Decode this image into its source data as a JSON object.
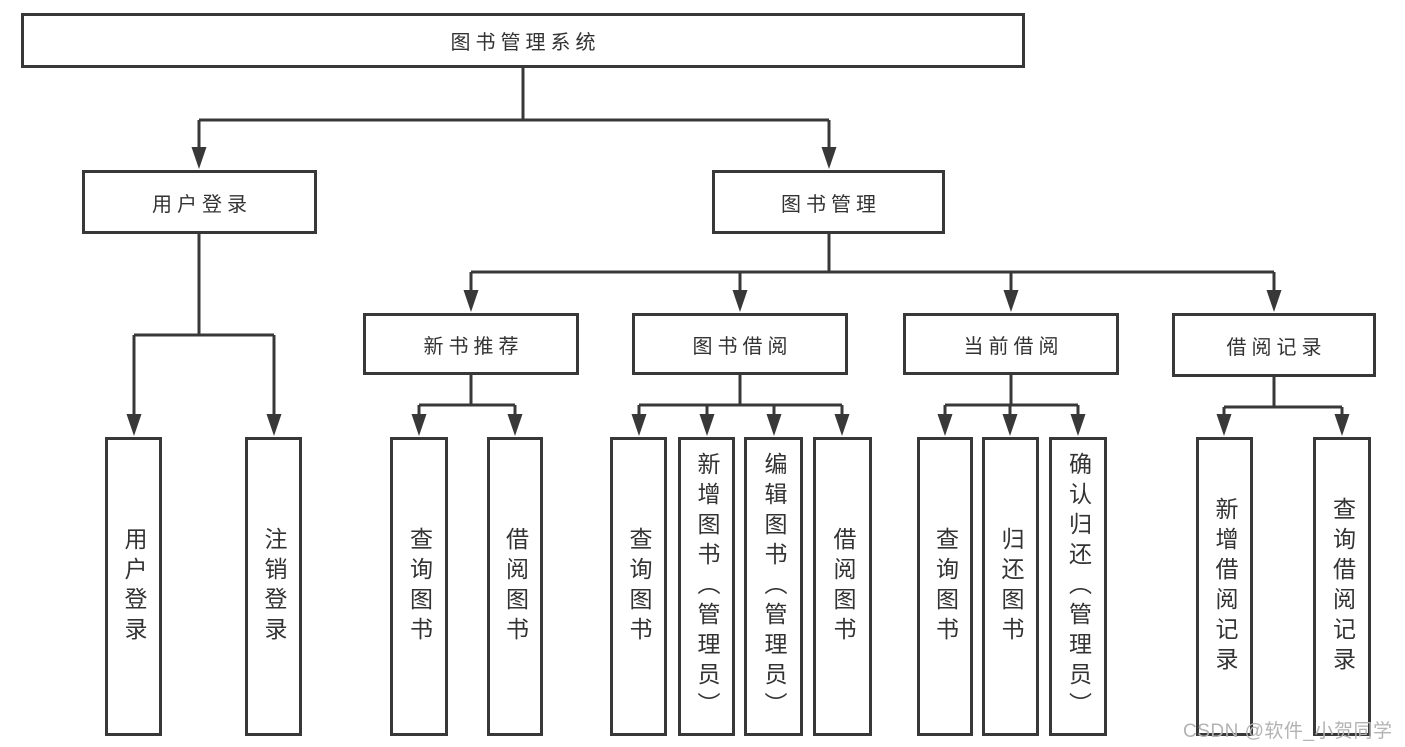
{
  "tree": {
    "label": "图书管理系统",
    "children": [
      {
        "label": "用户登录",
        "children": [
          {
            "label": "用户登录"
          },
          {
            "label": "注销登录"
          }
        ]
      },
      {
        "label": "图书管理",
        "children": [
          {
            "label": "新书推荐",
            "children": [
              {
                "label": "查询图书"
              },
              {
                "label": "借阅图书"
              }
            ]
          },
          {
            "label": "图书借阅",
            "children": [
              {
                "label": "查询图书"
              },
              {
                "label": "新增图书（管理员）"
              },
              {
                "label": "编辑图书（管理员）"
              },
              {
                "label": "借阅图书"
              }
            ]
          },
          {
            "label": "当前借阅",
            "children": [
              {
                "label": "查询图书"
              },
              {
                "label": "归还图书"
              },
              {
                "label": "确认归还（管理员）"
              }
            ]
          },
          {
            "label": "借阅记录",
            "children": [
              {
                "label": "新增借阅记录"
              },
              {
                "label": "查询借阅记录"
              }
            ]
          }
        ]
      }
    ]
  },
  "watermark": {
    "text": "CSDN @软件_小贺同学"
  },
  "colors": {
    "line": "#383838",
    "ink": "#333333",
    "box-fill": "#ffffff",
    "watermark": "#b3b3b3",
    "background": "#ffffff"
  }
}
